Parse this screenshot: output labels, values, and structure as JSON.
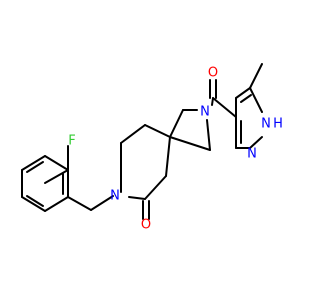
{
  "molecule": {
    "atoms": {
      "fluorine": {
        "label": "F",
        "color": "#33cc33"
      },
      "amide_n_left": {
        "label": "N",
        "color": "#0000ff"
      },
      "carbonyl_o_bottom": {
        "label": "O",
        "color": "#ff0000"
      },
      "pyrrolidine_n": {
        "label": "N",
        "color": "#0000ff"
      },
      "carbonyl_o_top": {
        "label": "O",
        "color": "#ff0000"
      },
      "pyrazole_nh": {
        "label": "N",
        "h_label": "H",
        "color": "#0000ff"
      },
      "pyrazole_n": {
        "label": "N",
        "color": "#0000ff"
      }
    },
    "bond_color": "#000000"
  }
}
